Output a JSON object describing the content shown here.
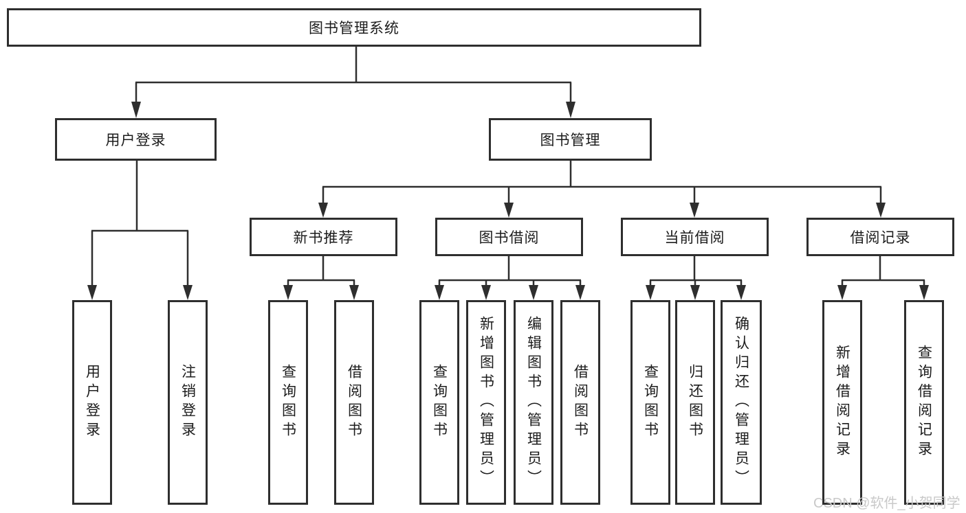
{
  "diagram": {
    "root": "图书管理系统",
    "branches": [
      {
        "label": "用户登录",
        "children": [
          "用户登录",
          "注销登录"
        ]
      },
      {
        "label": "图书管理",
        "sections": [
          {
            "label": "新书推荐",
            "children": [
              "查询图书",
              "借阅图书"
            ]
          },
          {
            "label": "图书借阅",
            "children": [
              "查询图书",
              "新增图书（管理员）",
              "编辑图书（管理员）",
              "借阅图书"
            ]
          },
          {
            "label": "当前借阅",
            "children": [
              "查询图书",
              "归还图书",
              "确认归还（管理员）"
            ]
          },
          {
            "label": "借阅记录",
            "children": [
              "新增借阅记录",
              "查询借阅记录"
            ]
          }
        ]
      }
    ]
  },
  "watermark": "CSDN @软件_小贺同学",
  "colors": {
    "line": "#2e2e2e",
    "box_border": "#2e2e2e",
    "box_fill": "#ffffff",
    "text": "#1c1c1c",
    "watermark": "#c9c9c9",
    "background": "#ffffff"
  }
}
